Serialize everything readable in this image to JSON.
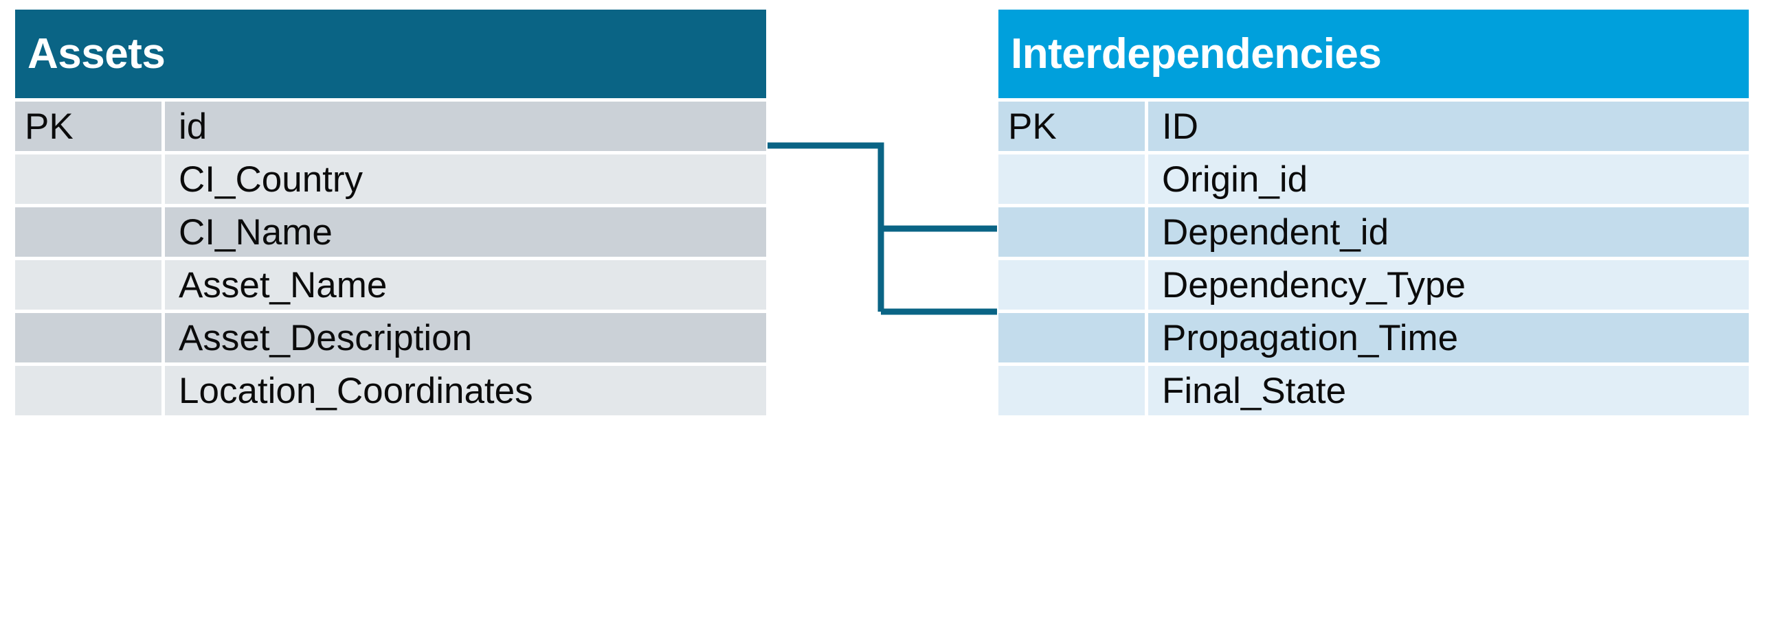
{
  "diagram": {
    "type": "entity-relationship-diagram",
    "background": "#FFFFFF",
    "connector_color": "#0A6485"
  },
  "entities": [
    {
      "id": "assets",
      "title": "Assets",
      "header_color": "#0A6485",
      "row_colors": {
        "dark": "#CBD1D7",
        "light": "#E3E7EA"
      },
      "columns": [
        "key",
        "attribute"
      ],
      "rows": [
        {
          "key": "PK",
          "attribute": "id"
        },
        {
          "key": "",
          "attribute": "CI_Country"
        },
        {
          "key": "",
          "attribute": "CI_Name"
        },
        {
          "key": "",
          "attribute": "Asset_Name"
        },
        {
          "key": "",
          "attribute": "Asset_Description"
        },
        {
          "key": "",
          "attribute": "Location_Coordinates"
        }
      ]
    },
    {
      "id": "interdependencies",
      "title": "Interdependencies",
      "header_color": "#00A0DC",
      "row_colors": {
        "dark": "#C3DCEC",
        "light": "#E1EEF7"
      },
      "columns": [
        "key",
        "attribute"
      ],
      "rows": [
        {
          "key": "PK",
          "attribute": "ID"
        },
        {
          "key": "",
          "attribute": "Origin_id"
        },
        {
          "key": "",
          "attribute": "Dependent_id"
        },
        {
          "key": "",
          "attribute": "Dependency_Type"
        },
        {
          "key": "",
          "attribute": "Propagation_Time"
        },
        {
          "key": "",
          "attribute": "Final_State"
        }
      ]
    }
  ],
  "relationships": [
    {
      "from_entity": "assets",
      "from_field": "id",
      "to_entity": "interdependencies",
      "to_field": "Origin_id"
    },
    {
      "from_entity": "assets",
      "from_field": "id",
      "to_entity": "interdependencies",
      "to_field": "Dependent_id"
    }
  ]
}
